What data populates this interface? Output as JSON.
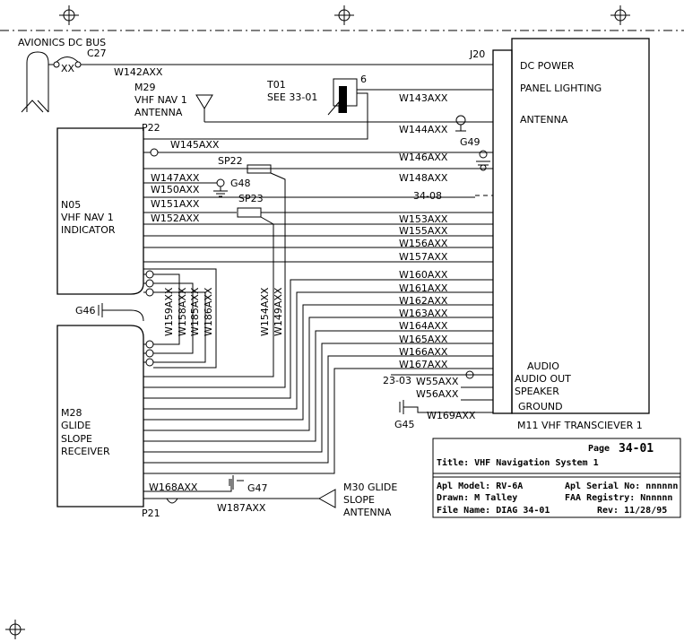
{
  "bus": {
    "label": "AVIONICS DC BUS",
    "breaker": "C27",
    "xx": "XX"
  },
  "transceiver": {
    "connector": "J20",
    "name": "M11 VHF TRANSCIEVER 1",
    "pins": [
      "DC POWER",
      "PANEL LIGHTING",
      "ANTENNA",
      "AUDIO",
      "AUDIO OUT",
      "SPEAKER",
      "GROUND"
    ]
  },
  "nav_antenna": {
    "id": "M29",
    "line1": "VHF NAV 1",
    "line2": "ANTENNA"
  },
  "t01": {
    "id": "T01",
    "ref": "SEE 33-01",
    "pin": "6"
  },
  "indicator": {
    "connector": "P22",
    "id": "N05",
    "line1": "VHF NAV 1",
    "line2": "INDICATOR"
  },
  "receiver": {
    "connector": "P21",
    "id": "M28",
    "line1": "GLIDE",
    "line2": "SLOPE",
    "line3": "RECEIVER"
  },
  "gs_antenna": {
    "line1": "M30 GLIDE",
    "line2": "SLOPE",
    "line3": "ANTENNA"
  },
  "splices": {
    "sp22": "SP22",
    "sp23": "SP23"
  },
  "grounds": {
    "g45": "G45",
    "g46": "G46",
    "g47": "G47",
    "g48": "G48",
    "g49": "G49"
  },
  "refs": {
    "r3408": "34-08",
    "r2303": "23-03"
  },
  "wires": {
    "w142": "W142AXX",
    "w143": "W143AXX",
    "w144": "W144AXX",
    "w145": "W145AXX",
    "w146": "W146AXX",
    "w147": "W147AXX",
    "w148": "W148AXX",
    "w149": "W149AXX",
    "w150": "W150AXX",
    "w151": "W151AXX",
    "w152": "W152AXX",
    "w153": "W153AXX",
    "w154": "W154AXX",
    "w155": "W155AXX",
    "w156": "W156AXX",
    "w157": "W157AXX",
    "w158": "W158AXX",
    "w159": "W159AXX",
    "w160": "W160AXX",
    "w161": "W161AXX",
    "w162": "W162AXX",
    "w163": "W163AXX",
    "w164": "W164AXX",
    "w165": "W165AXX",
    "w166": "W166AXX",
    "w167": "W167AXX",
    "w168": "W168AXX",
    "w169": "W169AXX",
    "w185": "W185AXX",
    "w186": "W186AXX",
    "w187": "W187AXX",
    "w55": "W55AXX",
    "w56": "W56AXX"
  },
  "title_block": {
    "page_label": "Page",
    "page": "34-01",
    "title": "Title: VHF Navigation System 1",
    "model": "Apl Model: RV-6A",
    "serial": "Apl Serial No: nnnnnn",
    "drawn": "Drawn: M Talley",
    "registry": "FAA Registry: Nnnnnn",
    "file": "File Name: DIAG 34-01",
    "rev": "Rev: 11/28/95"
  }
}
